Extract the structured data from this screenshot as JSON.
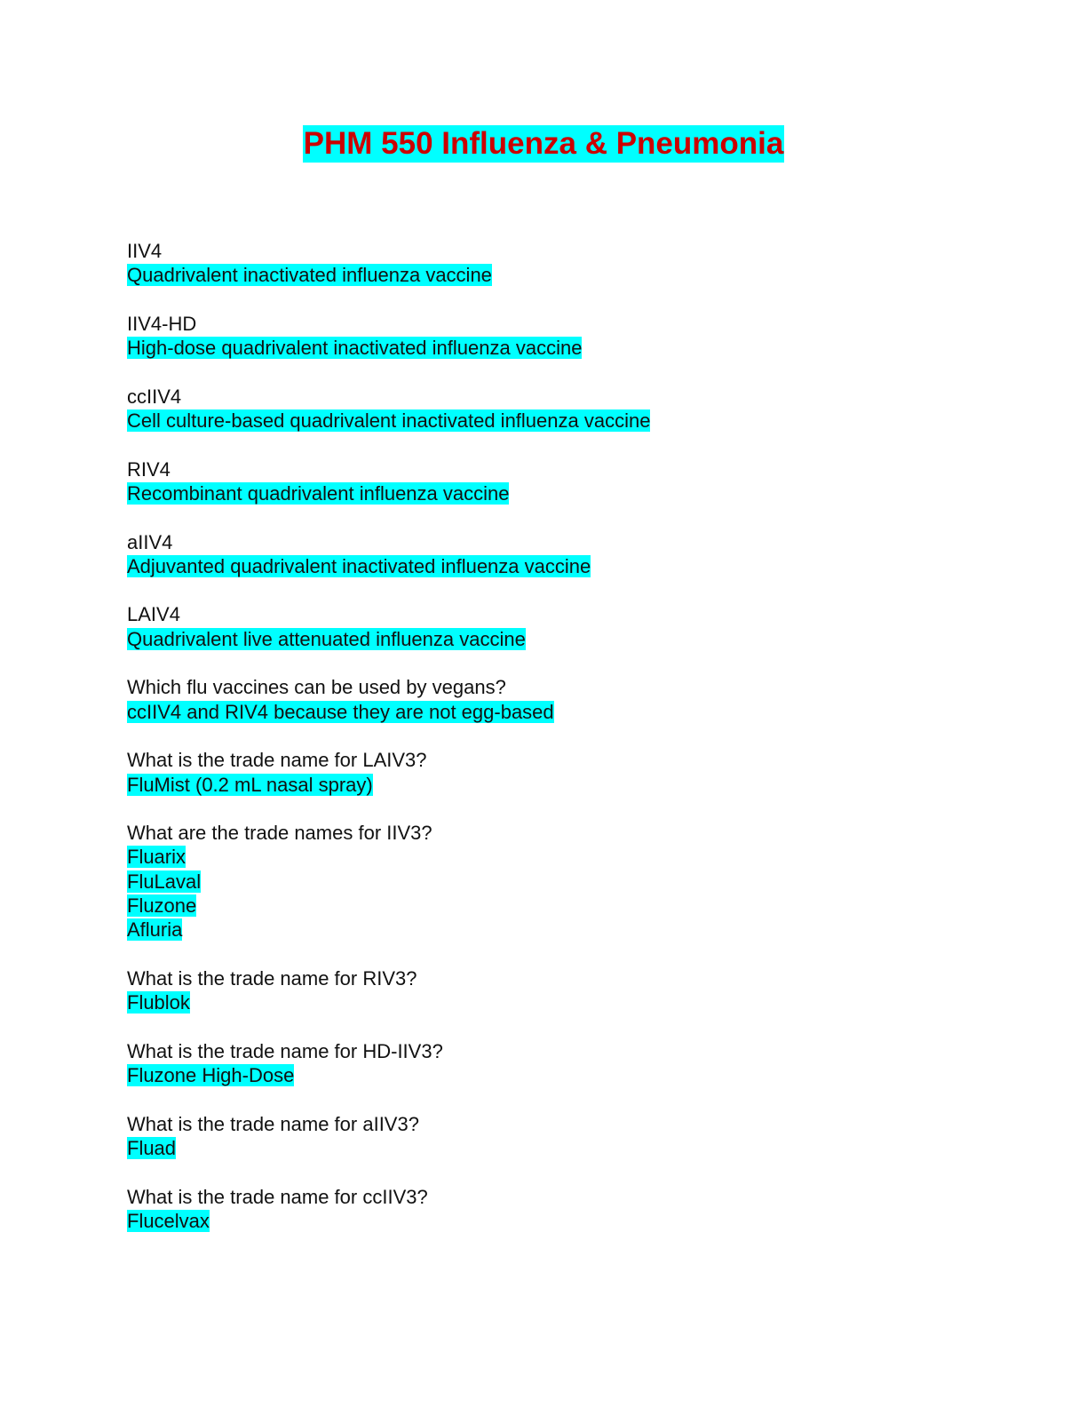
{
  "title": "PHM 550 Influenza & Pneumonia",
  "highlight_color": "#00ffff",
  "title_color": "#cc0000",
  "items": [
    {
      "q": "IIV4",
      "a": [
        "Quadrivalent inactivated influenza vaccine"
      ]
    },
    {
      "q": "IIV4-HD",
      "a": [
        "High-dose quadrivalent inactivated influenza vaccine"
      ]
    },
    {
      "q": "ccIIV4",
      "a": [
        "Cell culture-based quadrivalent inactivated influenza vaccine"
      ]
    },
    {
      "q": "RIV4",
      "a": [
        "Recombinant quadrivalent influenza vaccine"
      ]
    },
    {
      "q": "aIIV4",
      "a": [
        "Adjuvanted quadrivalent inactivated influenza vaccine"
      ]
    },
    {
      "q": "LAIV4",
      "a": [
        "Quadrivalent live attenuated influenza vaccine"
      ]
    },
    {
      "q": "Which flu vaccines can be used by vegans?",
      "a": [
        "ccIIV4 and RIV4 because they are not egg-based"
      ]
    },
    {
      "q": "What is the trade name for LAIV3?",
      "a": [
        "FluMist (0.2 mL nasal spray)"
      ]
    },
    {
      "q": "What are the trade names for IIV3?",
      "a": [
        "Fluarix",
        "FluLaval",
        "Fluzone",
        "Afluria"
      ]
    },
    {
      "q": "What is the trade name for RIV3?",
      "a": [
        "Flublok"
      ]
    },
    {
      "q": "What is the trade name for HD-IIV3?",
      "a": [
        "Fluzone High-Dose"
      ]
    },
    {
      "q": "What is the trade name for aIIV3?",
      "a": [
        "Fluad"
      ]
    },
    {
      "q": "What is the trade name for ccIIV3?",
      "a": [
        "Flucelvax"
      ]
    }
  ]
}
